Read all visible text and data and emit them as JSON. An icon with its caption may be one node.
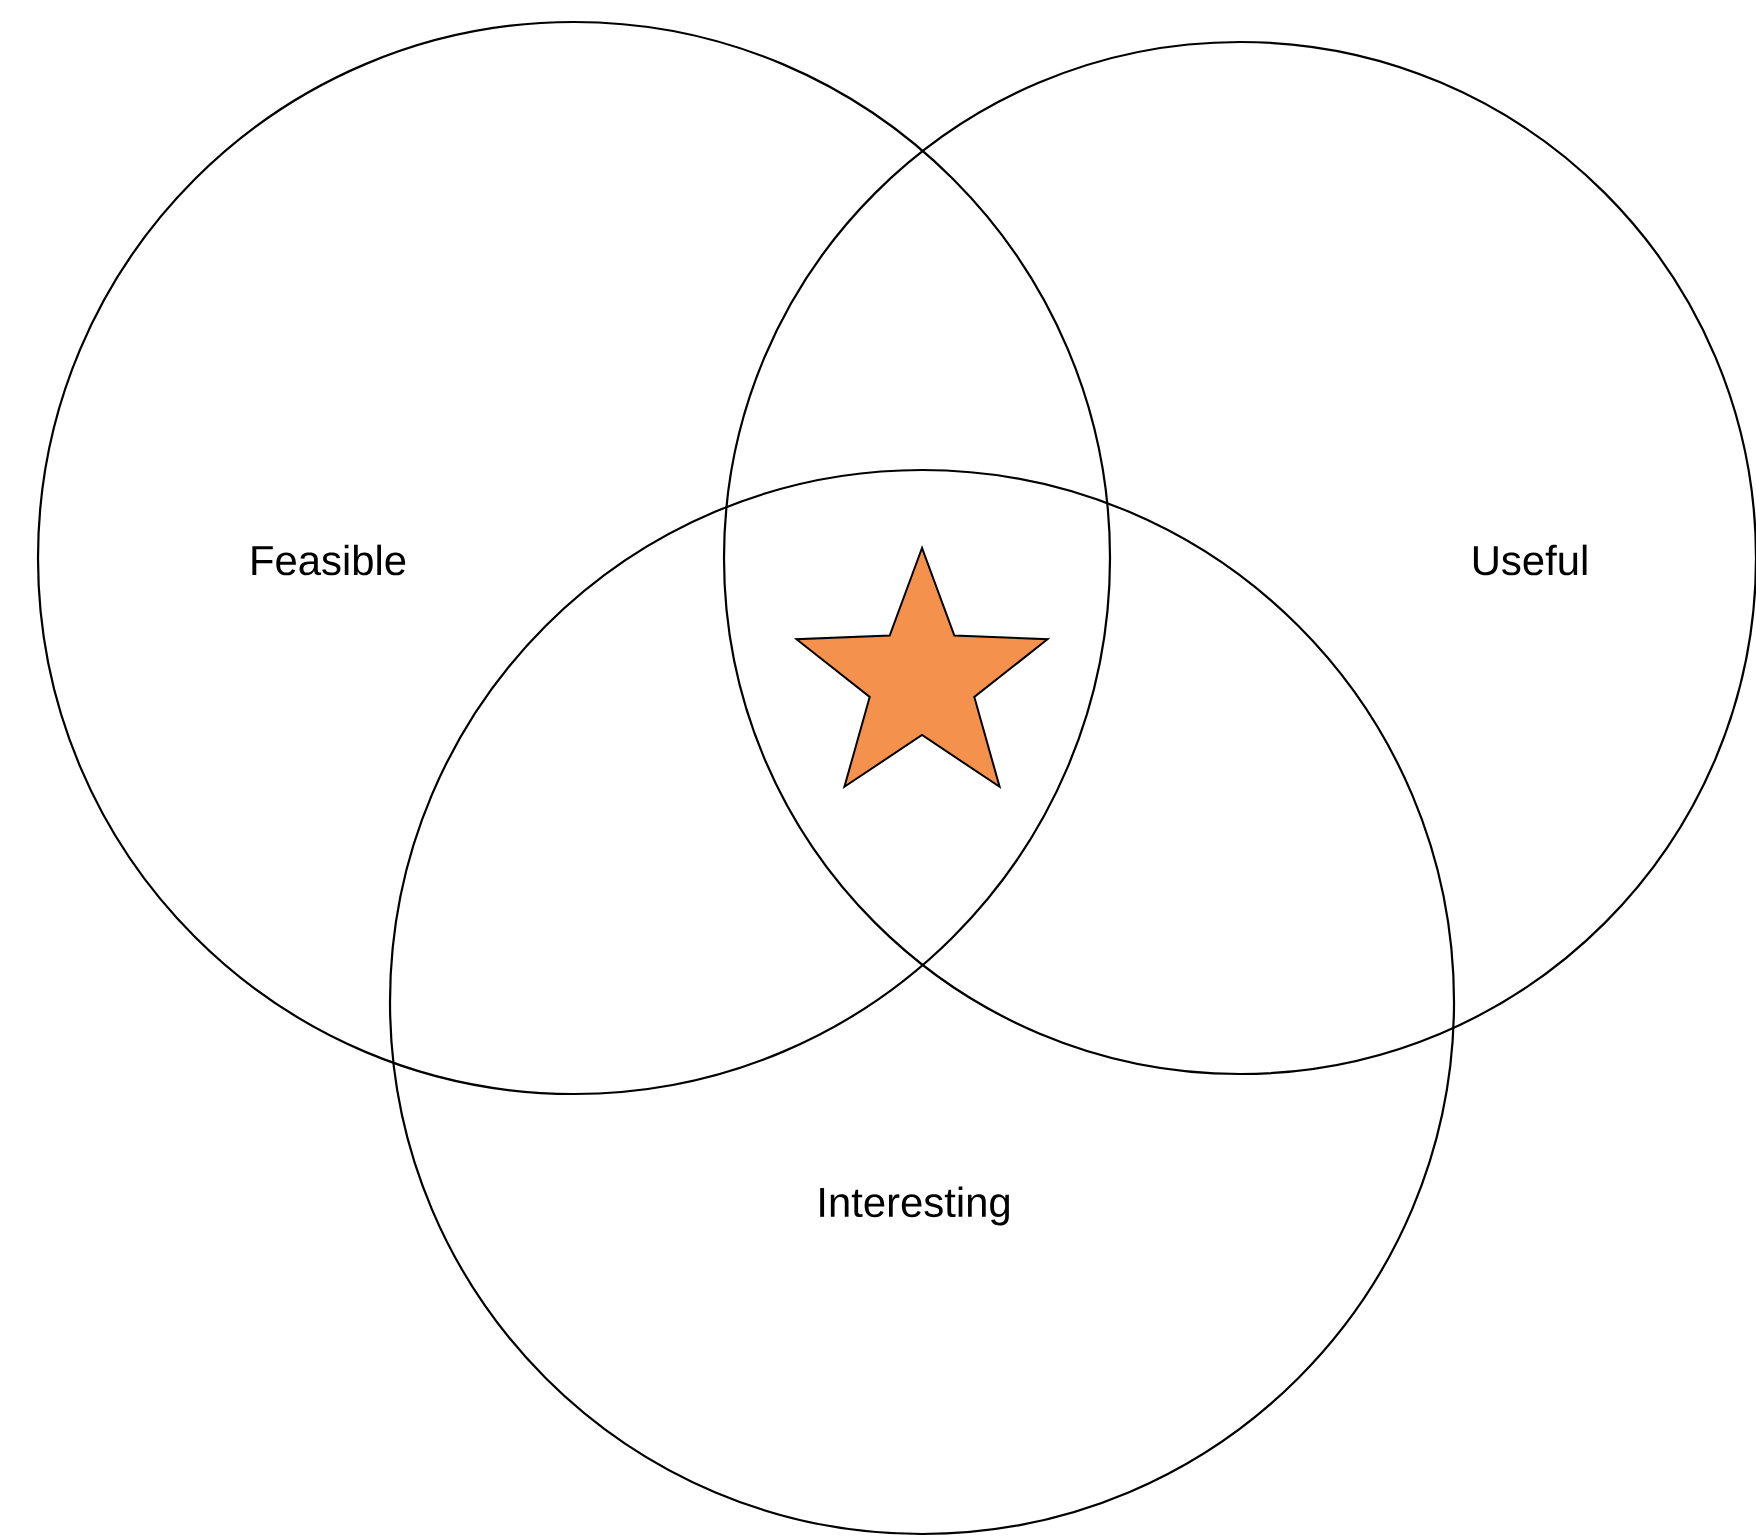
{
  "diagram": {
    "nodes": [
      {
        "text": [
          "Feasible"
        ]
      },
      {
        "text": [
          "Useful"
        ]
      },
      {
        "text": [
          "Interesting"
        ]
      },
      {
        "text": [],
        "shape": "star"
      }
    ]
  }
}
